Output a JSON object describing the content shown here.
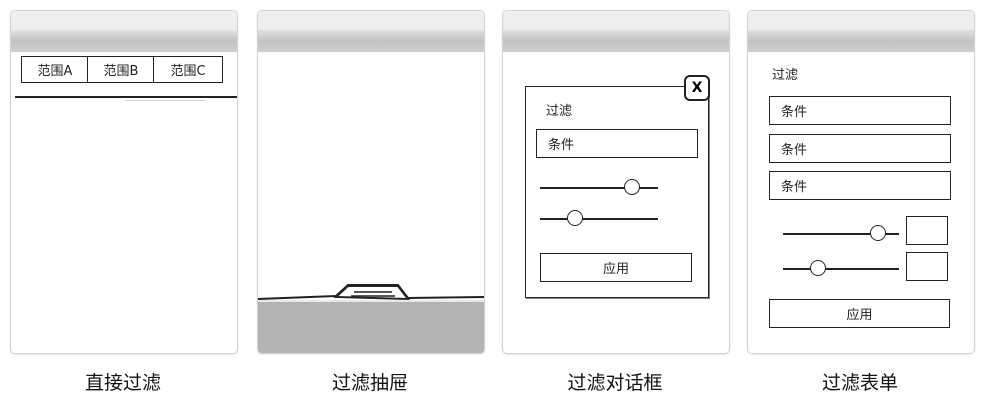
{
  "panels": [
    {
      "caption": "直接过滤",
      "tabs": [
        "范围A",
        "范围B",
        "范围C"
      ]
    },
    {
      "caption": "过滤抽屉"
    },
    {
      "caption": "过滤对话框",
      "close_label": "X",
      "title": "过滤",
      "field": "条件",
      "sliders": [
        0.78,
        0.3
      ],
      "button": "应用"
    },
    {
      "caption": "过滤表单",
      "title": "过滤",
      "fields": [
        "条件",
        "条件",
        "条件"
      ],
      "sliders": [
        0.82,
        0.3
      ],
      "button": "应用"
    }
  ]
}
